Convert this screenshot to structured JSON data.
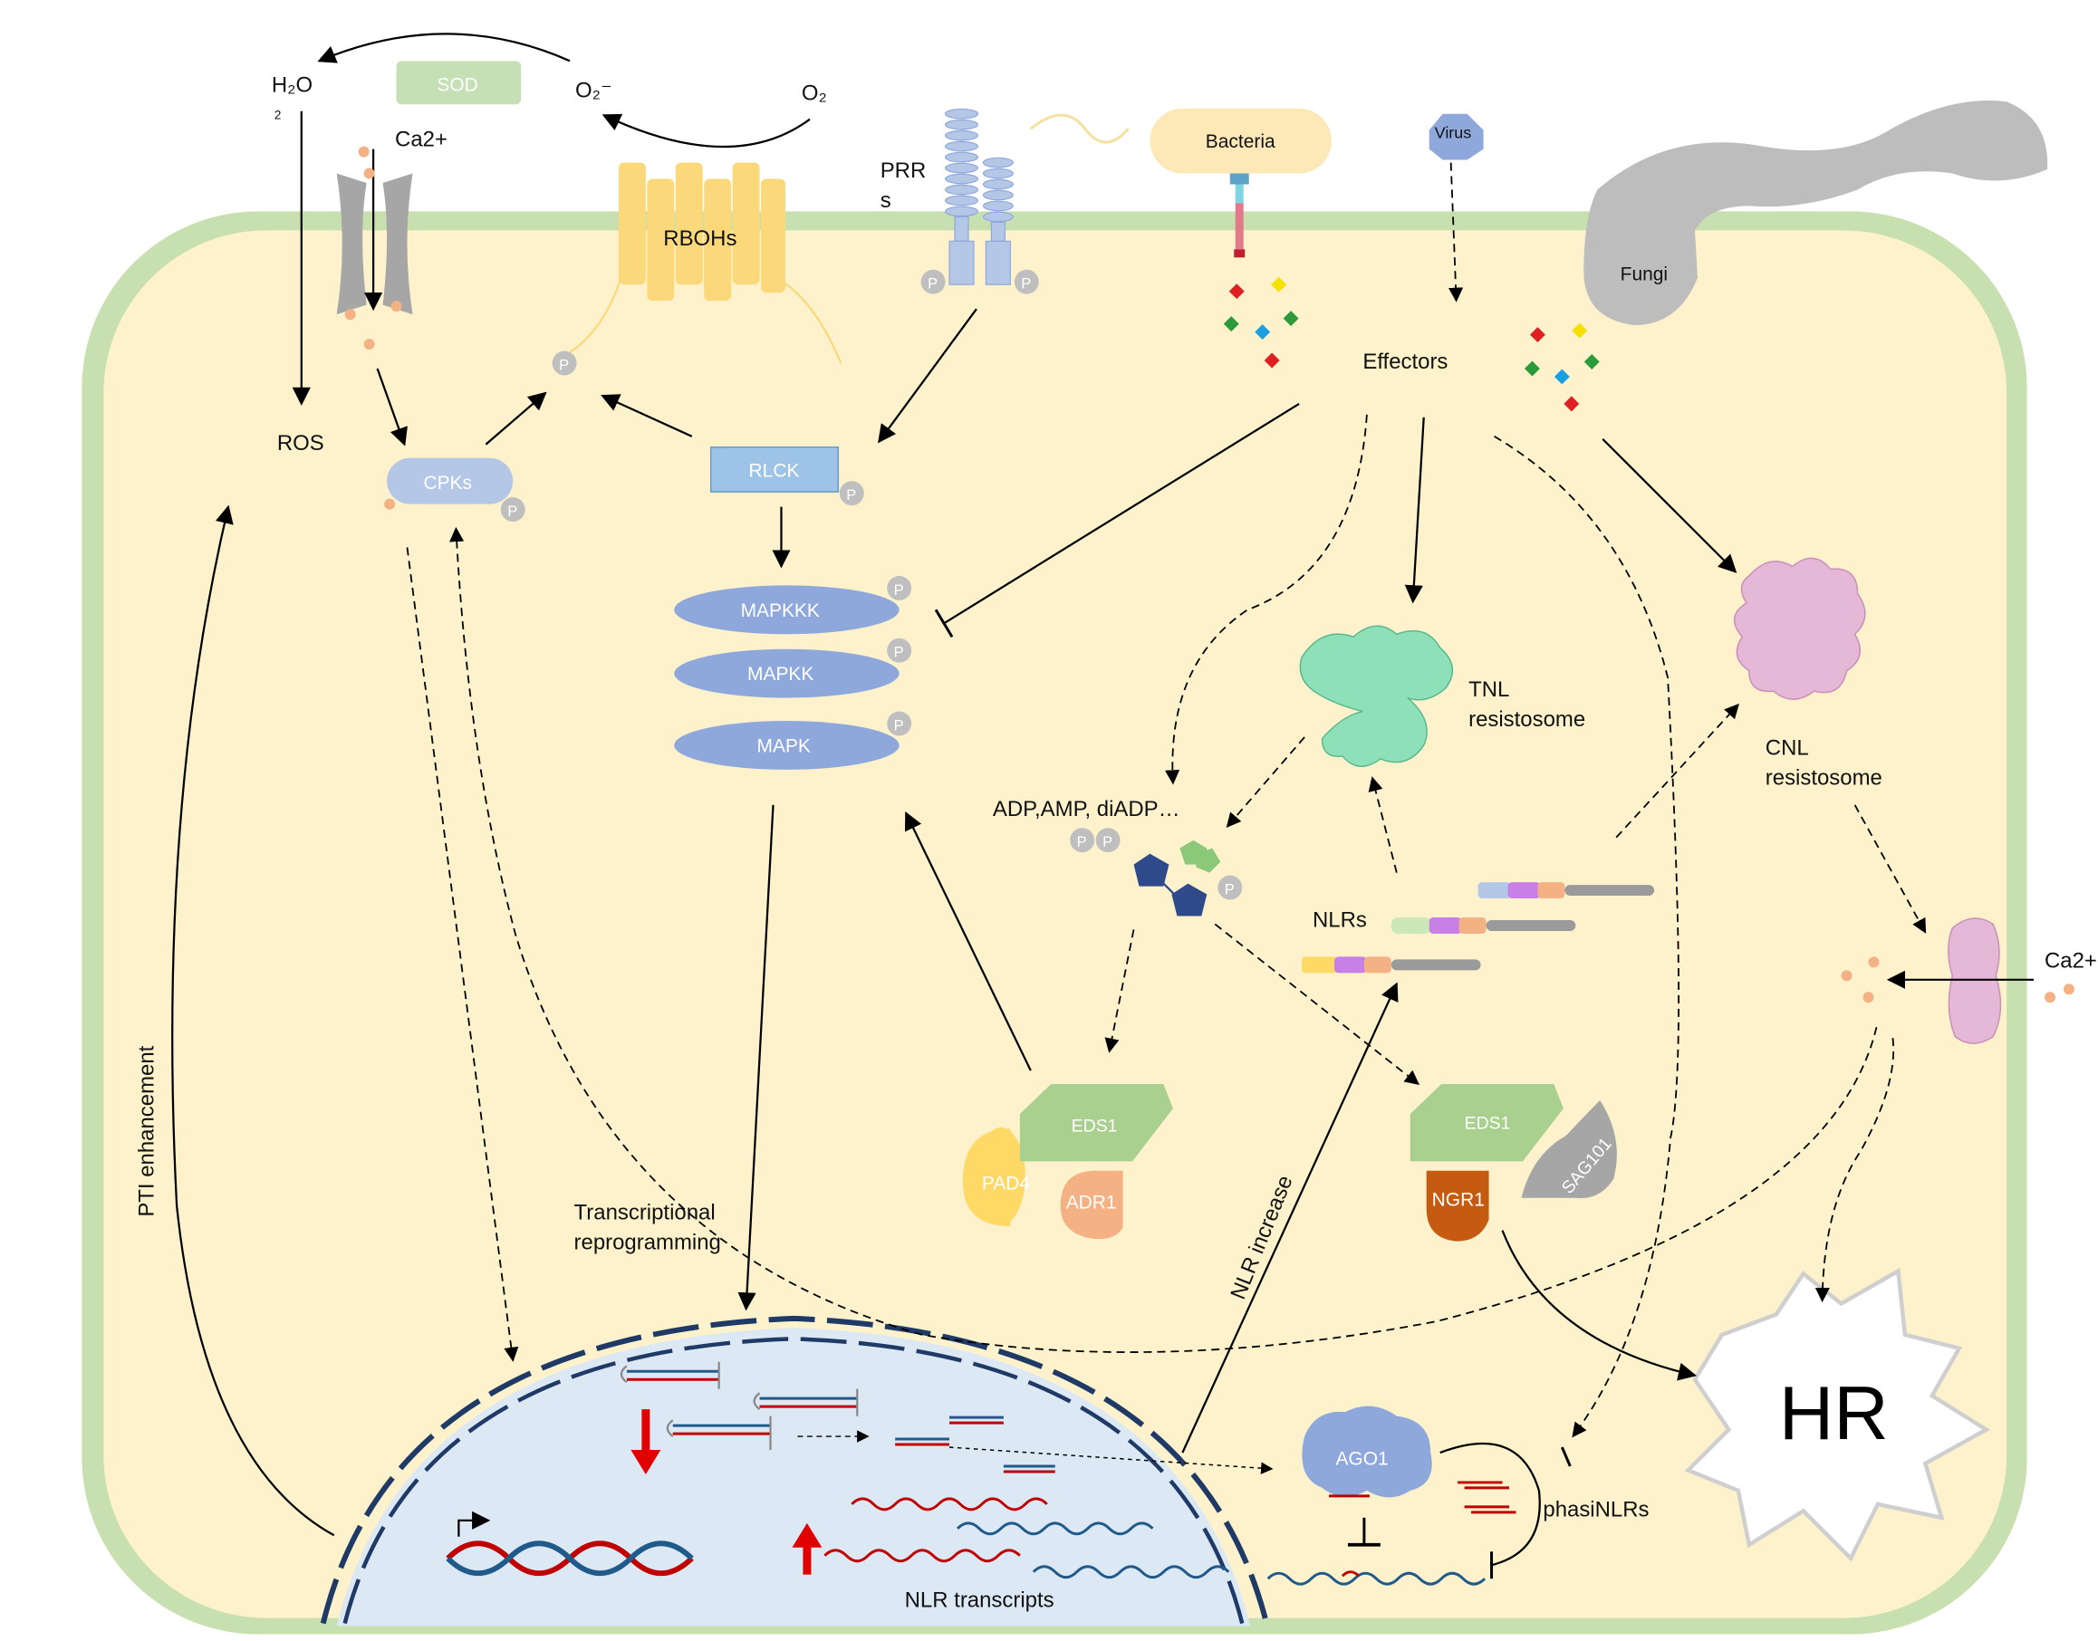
{
  "labels": {
    "h2o": "H₂O",
    "h2o_sub": "2",
    "o2_minus": "O₂⁻",
    "o2": "O₂",
    "sod": "SOD",
    "ca_top": "Ca2+",
    "rbohs": "RBOHs",
    "prr_line1": "PRR",
    "prr_line2": "s",
    "bacteria": "Bacteria",
    "virus": "Virus",
    "fungi": "Fungi",
    "effectors": "Effectors",
    "ros": "ROS",
    "cpks": "CPKs",
    "rlck": "RLCK",
    "mapkkk": "MAPKKK",
    "mapkk": "MAPKK",
    "mapk": "MAPK",
    "p": "P",
    "tnl_line1": "TNL",
    "tnl_line2": "resistosome",
    "cnl_line1": "CNL",
    "cnl_line2": "resistosome",
    "adp": "ADP,AMP, diADP…",
    "nlrs": "NLRs",
    "eds1": "EDS1",
    "pad4": "PAD4",
    "adr1": "ADR1",
    "ngr1": "NGR1",
    "sag101": "SAG101",
    "ca_right": "Ca2+",
    "hr": "HR",
    "pti": "PTI enhancement",
    "trans_line1": "Transcriptional",
    "trans_line2": "reprogramming",
    "nlr_increase": "NLR increase",
    "ago1": "AGO1",
    "phasi": "phasiNLRs",
    "nlr_transcripts": "NLR  transcripts"
  },
  "colors": {
    "cell_wall": "#c8e0b0",
    "cytoplasm": "#fdf2cc",
    "nucleus": "#dde8f5",
    "kinase": "#8ea8dc",
    "rboh": "#fbd97a",
    "eds1": "#a9d08e",
    "pad4": "#ffd966",
    "adr1": "#f4b183",
    "ngr1": "#c55a11",
    "sag101": "#a6a6a6",
    "tnl": "#8ee0b8",
    "cnl": "#e6b8d8",
    "ago1": "#8ea8dc",
    "rna_red": "#c00000",
    "rna_blue": "#1f5a8a"
  }
}
